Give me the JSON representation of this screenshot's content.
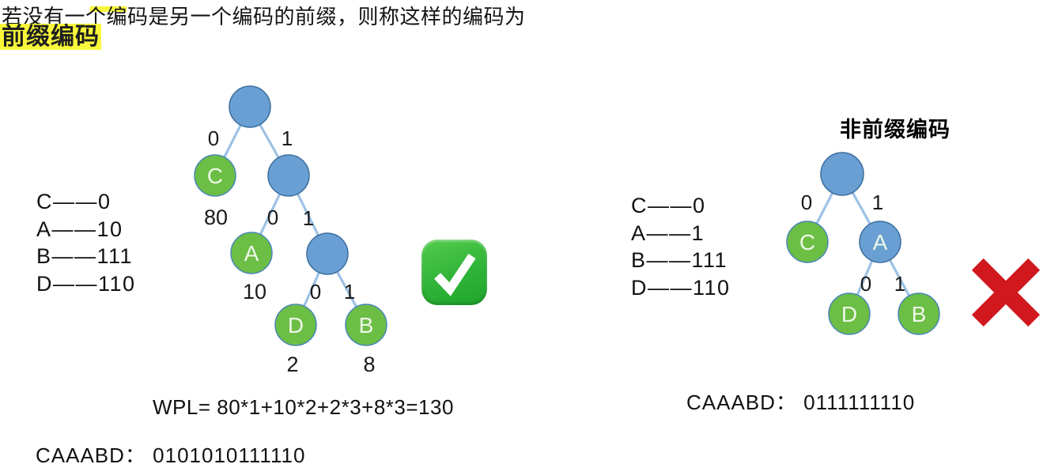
{
  "header": {
    "title_line": "若没有一个编码是另一个编码的前缀，则称这样的编码为",
    "highlight_term": "前缀编码"
  },
  "left": {
    "codes": [
      "C——0",
      "A——10",
      "B——111",
      "D——110"
    ],
    "tree": {
      "edge_labels": [
        "0",
        "1",
        "0",
        "1",
        "0",
        "1"
      ],
      "leaves": [
        {
          "label": "C",
          "weight": "80"
        },
        {
          "label": "A",
          "weight": "10"
        },
        {
          "label": "D",
          "weight": "2"
        },
        {
          "label": "B",
          "weight": "8"
        }
      ]
    },
    "wpl_formula": "WPL= 80*1+10*2+2*3+8*3=130",
    "encoding": "CAAABD： 0101010111110",
    "status_icon": "check-mark"
  },
  "right": {
    "title": "非前缀编码",
    "codes": [
      "C——0",
      "A——1",
      "B——111",
      "D——110"
    ],
    "tree": {
      "edge_labels": [
        "0",
        "1",
        "0",
        "1"
      ],
      "nodes": [
        {
          "label": "C",
          "color": "green"
        },
        {
          "label": "A",
          "color": "blue"
        },
        {
          "label": "D",
          "color": "green"
        },
        {
          "label": "B",
          "color": "green"
        }
      ]
    },
    "encoding": "CAAABD： 0111111110",
    "status_icon": "cross-mark"
  },
  "colors": {
    "internal_node": "#699fd2",
    "leaf_node": "#6cbe45",
    "edge": "#9cc2e5",
    "highlight": "#f8f73a",
    "check_green": "#2fb438",
    "cross_red": "#d0181e"
  }
}
